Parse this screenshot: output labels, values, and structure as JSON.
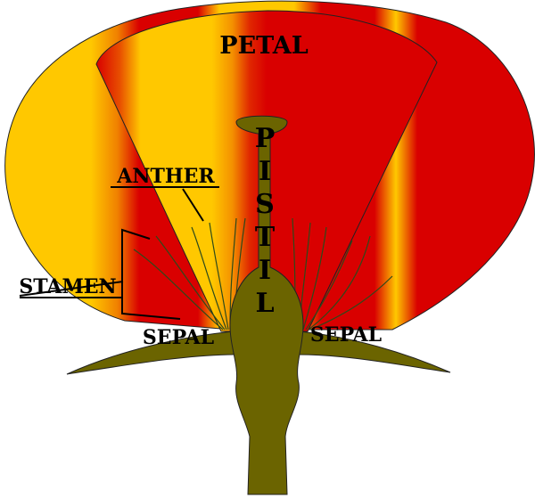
{
  "labels": {
    "petal": "PETAL",
    "anther": "ANTHER",
    "stamen": "STAMEN",
    "sepal_left": "SEPAL",
    "sepal_right": "SEPAL",
    "pistil": "PISTIL"
  },
  "colors": {
    "petal_yellow": "#ffc800",
    "petal_orange": "#f49000",
    "petal_red": "#d90000",
    "stem_olive": "#6b6400",
    "stamen_line": "#2d4a1a",
    "outline": "#222222"
  }
}
